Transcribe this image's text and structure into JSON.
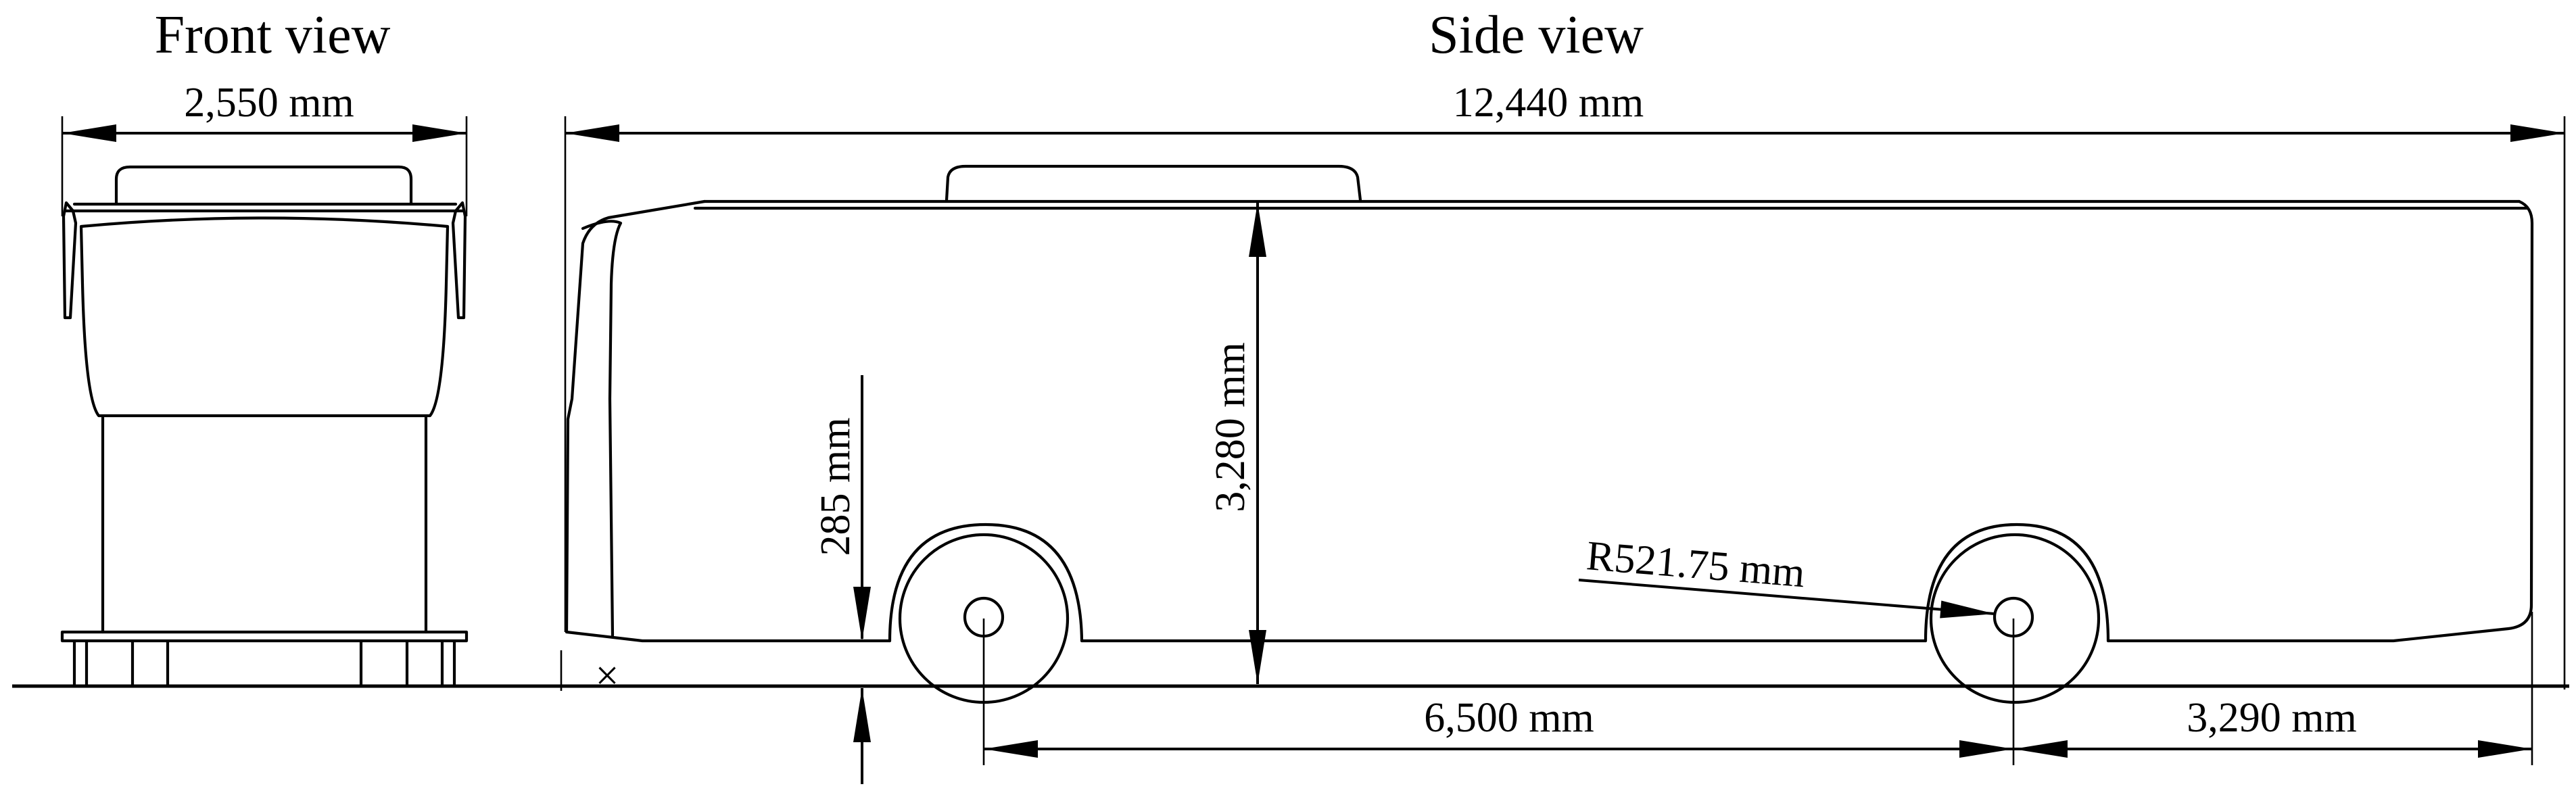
{
  "front_view": {
    "title": "Front view",
    "width_label": "2,550 mm"
  },
  "side_view": {
    "title": "Side view",
    "length_label": "12,440 mm",
    "height_label": "3,280 mm",
    "ground_clearance_label": "285 mm",
    "wheel_radius_label": "R521.75 mm",
    "wheelbase_label": "6,500 mm",
    "rear_overhang_label": "3,290 mm"
  }
}
